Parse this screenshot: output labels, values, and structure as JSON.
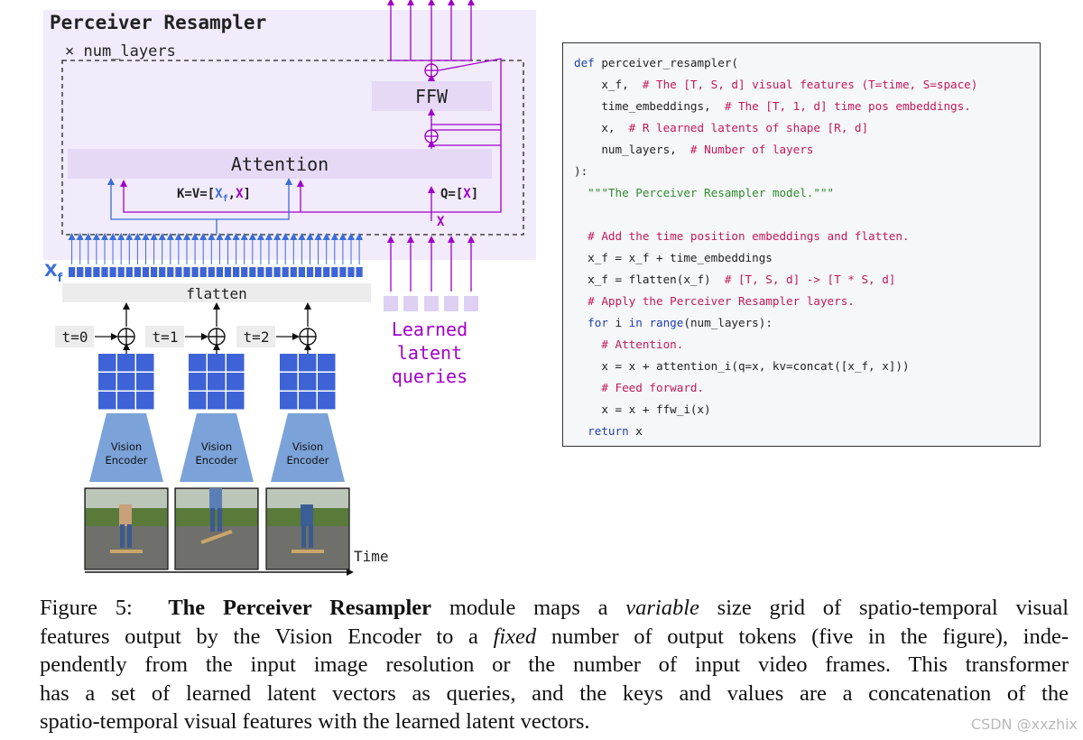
{
  "diagram": {
    "title": "Perceiver Resampler",
    "num_layers_label": "× num_layers",
    "ffw_label": "FFW",
    "attention_label": "Attention",
    "kv_label_prefix": "K=V=[",
    "kv_label_xf": "X",
    "kv_label_xf_sub": "f",
    "kv_label_comma": ",",
    "kv_label_x": "X",
    "kv_label_suffix": "]",
    "q_label_prefix": "Q=[",
    "q_label_x": "X",
    "q_label_suffix": "]",
    "x_label": "X",
    "xf_label": "X",
    "xf_sub": "f",
    "flatten_label": "flatten",
    "time_labels": [
      "t=0",
      "t=1",
      "t=2"
    ],
    "encoder_label_line1": "Vision",
    "encoder_label_line2": "Encoder",
    "learned_line1": "Learned",
    "learned_line2": "latent",
    "learned_line3": "queries",
    "time_axis_label": "Time",
    "colors": {
      "purple": "#a000c8",
      "blue": "#3a6fd8",
      "panel": "#f1ebfb",
      "block": "#e5d9f6",
      "grid_blue": "#3d63d6",
      "encoder_blue": "#7ba3d9",
      "latent_box": "#ddd0f2"
    }
  },
  "code": {
    "lines": [
      [
        {
          "t": "def ",
          "c": "kw"
        },
        {
          "t": "perceiver_resampler(",
          "c": ""
        }
      ],
      [
        {
          "t": "    x_f,  ",
          "c": ""
        },
        {
          "t": "# The [T, S, d] visual features (T=time, S=space)",
          "c": "cm"
        }
      ],
      [
        {
          "t": "    time_embeddings,  ",
          "c": ""
        },
        {
          "t": "# The [T, 1, d] time pos embeddings.",
          "c": "cm"
        }
      ],
      [
        {
          "t": "    x,  ",
          "c": ""
        },
        {
          "t": "# R learned latents of shape [R, d]",
          "c": "cm"
        }
      ],
      [
        {
          "t": "    num_layers,  ",
          "c": ""
        },
        {
          "t": "# Number of layers",
          "c": "cm"
        }
      ],
      [
        {
          "t": "):",
          "c": ""
        }
      ],
      [
        {
          "t": "  \"\"\"The Perceiver Resampler model.\"\"\"",
          "c": "str"
        }
      ],
      [
        {
          "t": "",
          "c": ""
        }
      ],
      [
        {
          "t": "  ",
          "c": ""
        },
        {
          "t": "# Add the time position embeddings and flatten.",
          "c": "cm"
        }
      ],
      [
        {
          "t": "  x_f = x_f + time_embeddings",
          "c": ""
        }
      ],
      [
        {
          "t": "  x_f = flatten(x_f)  ",
          "c": ""
        },
        {
          "t": "# [T, S, d] -> [T * S, d]",
          "c": "cm"
        }
      ],
      [
        {
          "t": "  ",
          "c": ""
        },
        {
          "t": "# Apply the Perceiver Resampler layers.",
          "c": "cm"
        }
      ],
      [
        {
          "t": "  ",
          "c": ""
        },
        {
          "t": "for",
          "c": "kw"
        },
        {
          "t": " i ",
          "c": ""
        },
        {
          "t": "in",
          "c": "kw"
        },
        {
          "t": " ",
          "c": ""
        },
        {
          "t": "range",
          "c": "kw"
        },
        {
          "t": "(num_layers):",
          "c": ""
        }
      ],
      [
        {
          "t": "    ",
          "c": ""
        },
        {
          "t": "# Attention.",
          "c": "cm"
        }
      ],
      [
        {
          "t": "    x = x + attention_i(q=x, kv=concat([x_f, x]))",
          "c": ""
        }
      ],
      [
        {
          "t": "    ",
          "c": ""
        },
        {
          "t": "# Feed forward.",
          "c": "cm"
        }
      ],
      [
        {
          "t": "    x = x + ffw_i(x)",
          "c": ""
        }
      ],
      [
        {
          "t": "  ",
          "c": ""
        },
        {
          "t": "return",
          "c": "kw"
        },
        {
          "t": " x",
          "c": ""
        }
      ]
    ]
  },
  "caption": {
    "figure_label": "Figure 5:",
    "bold_title": "The Perceiver Resampler",
    "l1_a": " module maps a ",
    "l1_i": "variable",
    "l1_b": " size grid of spatio-temporal visual",
    "l2_a": "features output by the Vision Encoder to a ",
    "l2_i": "fixed",
    "l2_b": " number of output tokens (five in the figure), inde-",
    "l3": "pendently from the input image resolution or the number of input video frames. This transformer",
    "l4": "has a set of learned latent vectors as queries, and the keys and values are a concatenation of the",
    "l5": "spatio-temporal visual features with the learned latent vectors."
  },
  "watermark": "CSDN @xxzhix"
}
